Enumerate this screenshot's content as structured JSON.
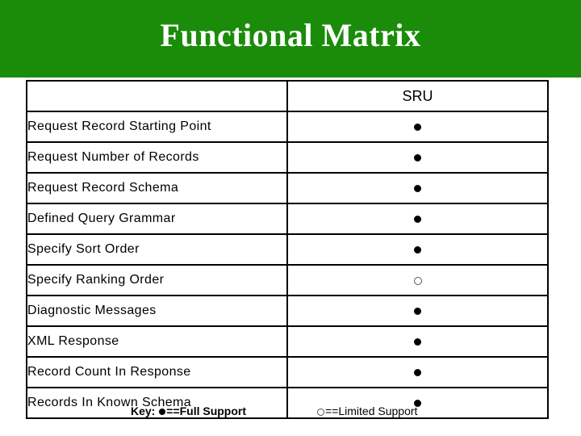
{
  "slide": {
    "title": "Functional Matrix",
    "title_band_color": "#1a8c0a",
    "title_color": "#ffffff"
  },
  "table": {
    "header": {
      "row_label_blank": "",
      "columns": [
        "SRU"
      ]
    },
    "rows": [
      {
        "label": "Request Record Starting Point",
        "values": [
          "full"
        ]
      },
      {
        "label": "Request Number of Records",
        "values": [
          "full"
        ]
      },
      {
        "label": "Request Record Schema",
        "values": [
          "full"
        ]
      },
      {
        "label": "Defined Query Grammar",
        "values": [
          "full"
        ]
      },
      {
        "label": "Specify Sort Order",
        "values": [
          "full"
        ]
      },
      {
        "label": "Specify Ranking Order",
        "values": [
          "limited"
        ]
      },
      {
        "label": "Diagnostic Messages",
        "values": [
          "full"
        ]
      },
      {
        "label": "XML Response",
        "values": [
          "full"
        ]
      },
      {
        "label": "Record Count In Response",
        "values": [
          "full"
        ]
      },
      {
        "label": "Records In Known Schema",
        "values": [
          "full"
        ]
      }
    ]
  },
  "key": {
    "prefix": "Key: ",
    "full_label": "==Full Support",
    "limited_label": "==Limited Support"
  }
}
